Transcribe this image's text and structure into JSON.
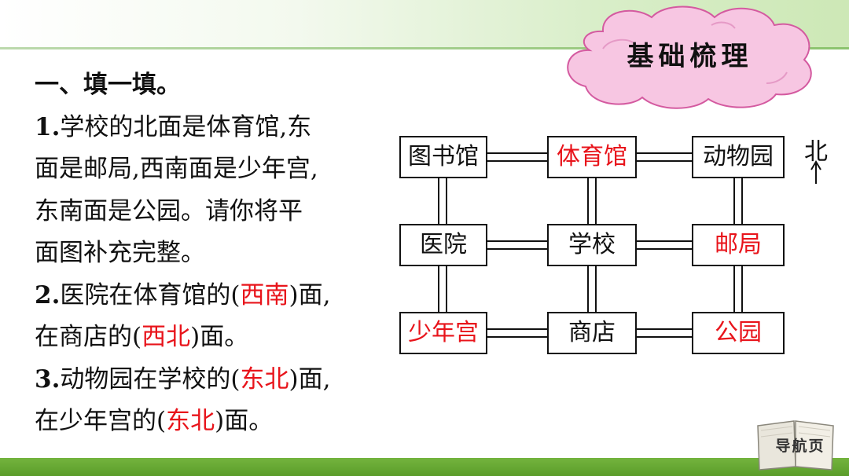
{
  "badge": {
    "title": "基础梳理"
  },
  "content": {
    "heading": "一、填一填。",
    "q1": {
      "num": "1.",
      "lines": [
        "学校的北面是体育馆,东",
        "面是邮局,西南面是少年宫,",
        "东南面是公园。请你将平",
        "面图补充完整。"
      ]
    },
    "q2": {
      "num": "2.",
      "line1_pre": "医院在体育馆的(",
      "line1_ans": "西南",
      "line1_post": ")面,",
      "line2_pre": "在商店的(",
      "line2_ans": "西北",
      "line2_post": ")面。"
    },
    "q3": {
      "num": "3.",
      "line1_pre": "动物园在学校的(",
      "line1_ans": "东北",
      "line1_post": ")面,",
      "line2_pre": "在少年宫的(",
      "line2_ans": "东北",
      "line2_post": ")面。"
    }
  },
  "map": {
    "north_label": "北",
    "row1": [
      "图书馆",
      "体育馆",
      "动物园"
    ],
    "row2": [
      "医院",
      "学校",
      "邮局"
    ],
    "row3": [
      "少年宫",
      "商店",
      "公园"
    ]
  },
  "nav": {
    "label": "导航页"
  },
  "colors": {
    "answer": "#e8141b",
    "accent_green": "#5a9c2a",
    "cloud_pink": "#f6c7e2"
  }
}
